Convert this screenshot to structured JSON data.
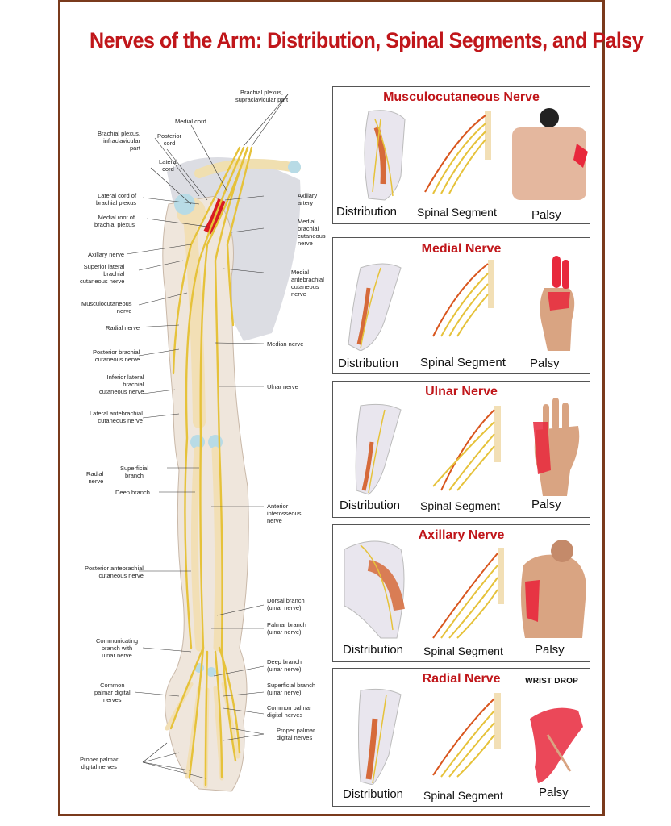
{
  "title": "Nerves of the Arm: Distribution, Spinal Segments, and Palsy",
  "arm_labels": {
    "brachial_supra": "Brachial plexus,\nsupraclavicular part",
    "brachial_infra": "Brachial plexus,\ninfraclavicular\npart",
    "medial_cord": "Medial cord",
    "posterior_cord": "Posterior\ncord",
    "lateral_cord": "Lateral\ncord",
    "lateral_cord_bp": "Lateral cord of\nbrachial plexus",
    "medial_root": "Medial root of\nbrachial plexus",
    "axillary_artery": "Axillary\nartery",
    "medial_brachial": "Medial\nbrachial\ncutaneous\nnerve",
    "axillary_nerve": "Axillary nerve",
    "superior_lateral": "Superior lateral\nbrachial\ncutaneous nerve",
    "medial_antebrachial": "Medial\nantebrachial\ncutaneous\nnerve",
    "musculocutaneous": "Musculocutaneous\nnerve",
    "radial_nerve_lbl": "Radial nerve",
    "median_nerve": "Median nerve",
    "posterior_brachial": "Posterior brachial\ncutaneous nerve",
    "ulnar_nerve": "Ulnar nerve",
    "inferior_lateral": "Inferior lateral\nbrachial\ncutaneous nerve",
    "lateral_antebrachial": "Lateral antebrachial\ncutaneous nerve",
    "radial_nerve": "Radial\nnerve",
    "superficial_branch": "Superficial\nbranch",
    "deep_branch": "Deep branch",
    "anterior_interosseous": "Anterior\ninterosseous\nnerve",
    "posterior_antebrachial": "Posterior antebrachial\ncutaneous nerve",
    "dorsal_branch": "Dorsal branch\n(ulnar nerve)",
    "palmar_branch": "Palmar branch\n(ulnar nerve)",
    "communicating_branch": "Communicating\nbranch with\nulnar nerve",
    "deep_branch_ulnar": "Deep branch\n(ulnar nerve)",
    "common_palmar_left": "Common\npalmar digital\nnerves",
    "superficial_branch_ulnar": "Superficial branch\n(ulnar nerve)",
    "common_palmar_right": "Common palmar\ndigital nerves",
    "proper_palmar_right": "Proper palmar\ndigital nerves",
    "proper_palmar_left": "Proper palmar\ndigital nerves"
  },
  "panels": [
    {
      "title": "Musculocutaneous Nerve",
      "distribution": "Distribution",
      "segment": "Spinal Segment",
      "palsy": "Palsy"
    },
    {
      "title": "Medial Nerve",
      "distribution": "Distribution",
      "segment": "Spinal Segment",
      "palsy": "Palsy"
    },
    {
      "title": "Ulnar Nerve",
      "distribution": "Distribution",
      "segment": "Spinal Segment",
      "palsy": "Palsy"
    },
    {
      "title": "Axillary Nerve",
      "distribution": "Distribution",
      "segment": "Spinal Segment",
      "palsy": "Palsy"
    },
    {
      "title": "Radial Nerve",
      "distribution": "Distribution",
      "segment": "Spinal Segment",
      "palsy": "Palsy",
      "note": "WRIST DROP"
    }
  ],
  "colors": {
    "title": "#c0161a",
    "frame": "#7a3a1c",
    "nerve": "#e6c23a",
    "highlight": "#e8283c",
    "bone": "#f2dfb5",
    "skin": "#e8b89a"
  }
}
